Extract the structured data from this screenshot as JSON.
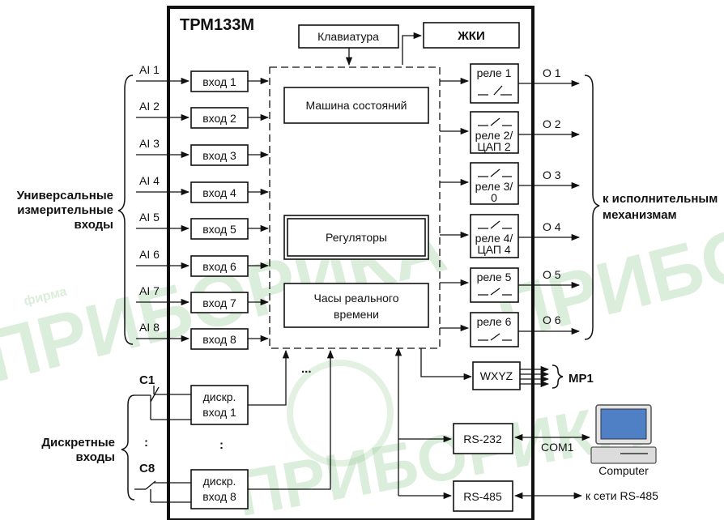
{
  "device": {
    "title": "ТРМ133М"
  },
  "top": {
    "keyboard": "Клавиатура",
    "display": "ЖКИ"
  },
  "analog_inputs": [
    {
      "signal": "AI 1",
      "block": "вход 1"
    },
    {
      "signal": "AI 2",
      "block": "вход 2"
    },
    {
      "signal": "AI 3",
      "block": "вход 3"
    },
    {
      "signal": "AI 4",
      "block": "вход 4"
    },
    {
      "signal": "AI 5",
      "block": "вход 5"
    },
    {
      "signal": "AI 6",
      "block": "вход 6"
    },
    {
      "signal": "AI 7",
      "block": "вход 7"
    },
    {
      "signal": "AI 8",
      "block": "вход 8"
    }
  ],
  "core": {
    "state_machine": "Машина состояний",
    "regulators": "Регуляторы",
    "clock_line1": "Часы реального",
    "clock_line2": "времени"
  },
  "outputs": [
    {
      "name": "O 1",
      "l1": "реле 1",
      "l2": ""
    },
    {
      "name": "O 2",
      "l1": "реле 2/",
      "l2": "ЦАП 2"
    },
    {
      "name": "O 3",
      "l1": "реле 3/",
      "l2": "0"
    },
    {
      "name": "O 4",
      "l1": "реле 4/",
      "l2": "ЦАП 4"
    },
    {
      "name": "O 5",
      "l1": "реле 5",
      "l2": ""
    },
    {
      "name": "O 6",
      "l1": "реле 6",
      "l2": ""
    }
  ],
  "left_labels": {
    "universal_1": "Универсальные",
    "universal_2": "измерительные",
    "universal_3": "входы",
    "discrete_1": "Дискретные",
    "discrete_2": "входы",
    "c1": "С1",
    "c8": "С8",
    "dots_vertical": ":"
  },
  "discrete_inputs": [
    {
      "l1": "дискр.",
      "l2": "вход 1"
    },
    {
      "l1": "дискр.",
      "l2": "вход 8"
    }
  ],
  "right_labels": {
    "act_1": "к исполнительным",
    "act_2": "механизмам",
    "mr1": "МР1"
  },
  "interfaces": {
    "wxyz": "WXYZ",
    "rs232": "RS-232",
    "rs485": "RS-485",
    "com1": "COM1",
    "network": "к сети RS-485"
  },
  "computer": {
    "label": "Computer"
  },
  "ellipsis": "...",
  "watermark": {
    "large": "ПРИБОРИКА",
    "small": "фирма"
  }
}
